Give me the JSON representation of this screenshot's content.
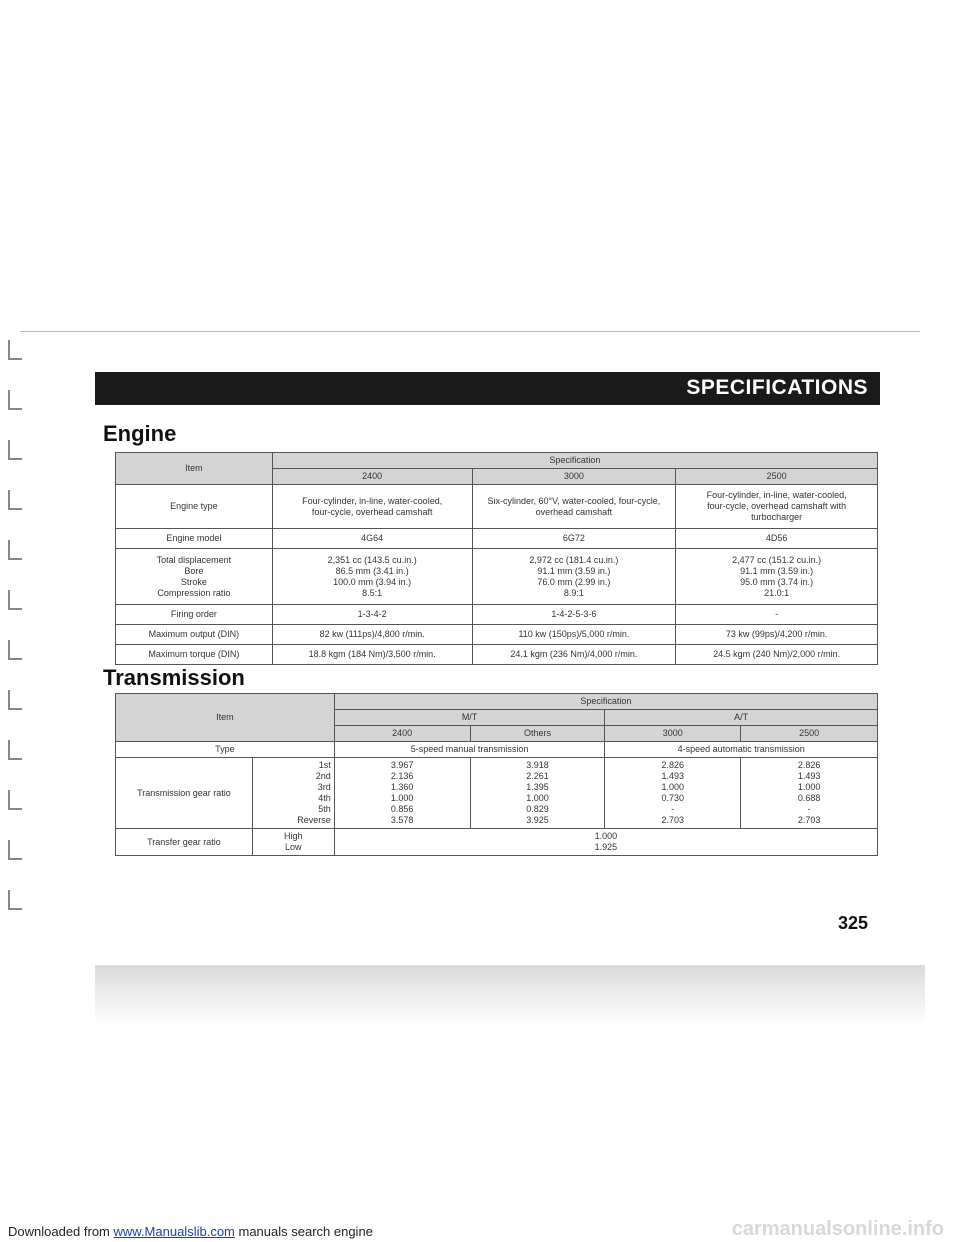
{
  "header": {
    "title": "SPECIFICATIONS"
  },
  "engine": {
    "title": "Engine",
    "spec_label": "Specification",
    "item_label": "Item",
    "columns": [
      "2400",
      "3000",
      "2500"
    ],
    "rows": {
      "engine_type": {
        "label": "Engine type",
        "v2400": "Four-cylinder, in-line, water-cooled,\nfour-cycle, overhead camshaft",
        "v3000": "Six-cylinder, 60°V, water-cooled, four-cycle,\noverhead camshaft",
        "v2500": "Four-cylinder, in-line, water-cooled,\nfour-cycle, overhead camshaft with\nturbocharger"
      },
      "engine_model": {
        "label": "Engine model",
        "v2400": "4G64",
        "v3000": "6G72",
        "v2500": "4D56"
      },
      "displacement": {
        "label": "Total displacement\nBore\nStroke\nCompression ratio",
        "v2400": "2,351 cc (143.5 cu.in.)\n86.5 mm (3.41 in.)\n100.0 mm (3.94 in.)\n8.5:1",
        "v3000": "2,972 cc (181.4 cu.in.)\n91.1 mm (3.59 in.)\n76.0 mm (2.99 in.)\n8.9:1",
        "v2500": "2,477 cc (151.2 cu.in.)\n91.1 mm (3.59 in.)\n95.0 mm (3.74 in.)\n21.0:1"
      },
      "firing_order": {
        "label": "Firing order",
        "v2400": "1-3-4-2",
        "v3000": "1-4-2-5-3-6",
        "v2500": "-"
      },
      "max_output": {
        "label": "Maximum output (DIN)",
        "v2400": "82 kw (111ps)/4,800 r/min.",
        "v3000": "110 kw (150ps)/5,000 r/min.",
        "v2500": "73 kw (99ps)/4,200 r/min."
      },
      "max_torque": {
        "label": "Maximum torque (DIN)",
        "v2400": "18.8 kgm (184 Nm)/3,500 r/min.",
        "v3000": "24.1 kgm (236 Nm)/4,000 r/min.",
        "v2500": "24.5 kgm (240 Nm)/2,000 r/min."
      }
    }
  },
  "transmission": {
    "title": "Transmission",
    "spec_label": "Specification",
    "item_label": "Item",
    "mt_label": "M/T",
    "at_label": "A/T",
    "columns": [
      "2400",
      "Others",
      "3000",
      "2500"
    ],
    "type_row": {
      "label": "Type",
      "mt": "5-speed manual transmission",
      "at": "4-speed automatic transmission"
    },
    "gear_ratio": {
      "label": "Transmission gear ratio",
      "gears": "1st\n2nd\n3rd\n4th\n5th\nReverse",
      "v2400": "3.967\n2.136\n1.360\n1.000\n0.856\n3.578",
      "others": "3.918\n2.261\n1.395\n1.000\n0.829\n3.925",
      "v3000": "2.826\n1.493\n1.000\n0.730\n-\n2.703",
      "v2500": "2.826\n1.493\n1.000\n0.688\n-\n2.703"
    },
    "transfer": {
      "label": "Transfer gear ratio",
      "gears": "High\nLow",
      "values": "1.000\n1.925"
    }
  },
  "page_number": "325",
  "footer": {
    "prefix": "Downloaded from ",
    "link": "www.Manualslib.com",
    "suffix": " manuals search engine"
  },
  "watermark": "carmanualsonline.info"
}
